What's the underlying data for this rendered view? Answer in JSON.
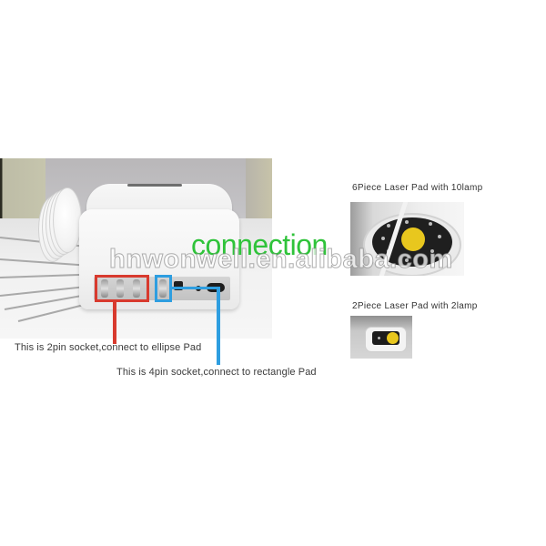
{
  "main_photo": {
    "heading": "connection",
    "watermark": "hnwonwell.en.alibaba.com",
    "callouts": [
      {
        "label": "This is 2pin socket,connect to ellipse Pad",
        "color": "#d83a2e"
      },
      {
        "label": "This is 4pin socket,connect to rectangle Pad",
        "color": "#2e9ee0"
      }
    ]
  },
  "pads": [
    {
      "title": "6Piece Laser Pad with 10lamp"
    },
    {
      "title": "2Piece Laser Pad with 2lamp"
    }
  ],
  "colors": {
    "heading": "#2fc33a",
    "highlight_2pin": "#d83a2e",
    "highlight_4pin": "#2e9ee0",
    "lamp": "#e8c71e"
  }
}
